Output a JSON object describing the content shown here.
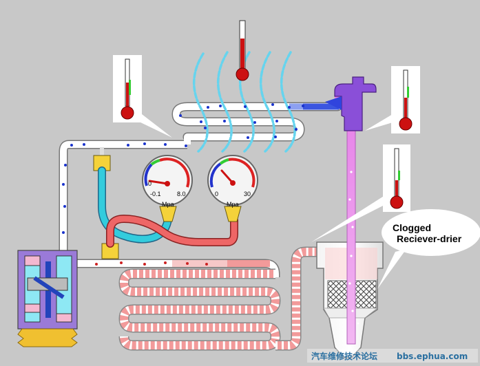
{
  "low_gauge": {
    "min_label": "-0.1",
    "zero_label": "0",
    "max_label": "8.0",
    "unit": "Mpa"
  },
  "high_gauge": {
    "zero_label": "0",
    "max_label": "30",
    "unit": "Mpa"
  },
  "callout": {
    "line1": "Clogged",
    "line2": "Reciever-drier"
  },
  "watermark": {
    "cn": "汽车维修技术论坛",
    "url": "bbs.ephua.com"
  },
  "colors": {
    "background": "#c8c8c8",
    "pipe_outline": "#777777",
    "cold_dot": "#1a33cc",
    "warm_dot": "#cc2222",
    "hot_pipe": "#f29a9a",
    "mid_pipe": "#f0a8f0",
    "hose_cyan": "#33ccdd",
    "hose_red": "#ee6666",
    "valve": "#8844cc",
    "wave": "#66d4ee"
  }
}
